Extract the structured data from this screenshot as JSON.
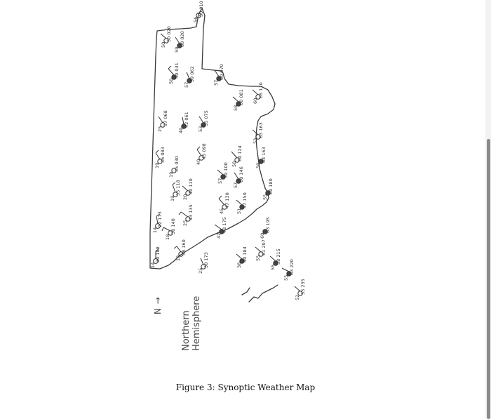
{
  "figure": {
    "caption": "Figure 3: Synoptic Weather Map",
    "compass_label": "N →",
    "hemisphere_line1": "Northern",
    "hemisphere_line2": "Hemisphere"
  },
  "stations": [
    {
      "label": "30 188",
      "sub": "14"
    },
    {
      "label": "22 173",
      "sub": "14"
    },
    {
      "label": "30 140",
      "sub": "18"
    },
    {
      "label": "38 160",
      "sub": "18"
    },
    {
      "label": "35 118",
      "sub": "19"
    },
    {
      "label": "43 135",
      "sub": "25"
    },
    {
      "label": "30 173",
      "sub": "25"
    },
    {
      "label": "36 083",
      "sub": "19"
    },
    {
      "label": "35 030",
      "sub": "19"
    },
    {
      "label": "37 068",
      "sub": "25"
    },
    {
      "label": "42 061",
      "sub": "40"
    },
    {
      "label": "40 110",
      "sub": "20"
    },
    {
      "label": "45 098",
      "sub": "40"
    },
    {
      "label": "47 130",
      "sub": "45"
    },
    {
      "label": "35 075",
      "sub": "53"
    },
    {
      "label": "50 031",
      "sub": "50"
    },
    {
      "label": "59 062",
      "sub": "57"
    },
    {
      "label": "50 020",
      "sub": "50"
    },
    {
      "label": "60 020",
      "sub": "59"
    },
    {
      "label": "50 010",
      "sub": "56"
    },
    {
      "label": "60 070",
      "sub": "57"
    },
    {
      "label": "63 163",
      "sub": "53"
    },
    {
      "label": "60 081",
      "sub": "58"
    },
    {
      "label": "59 100",
      "sub": "57"
    },
    {
      "label": "60 124",
      "sub": "58"
    },
    {
      "label": "60 146",
      "sub": "57"
    },
    {
      "label": "57 150",
      "sub": "51"
    },
    {
      "label": "43 175",
      "sub": "42"
    },
    {
      "label": "40 184",
      "sub": "38"
    },
    {
      "label": "60 180",
      "sub": "55"
    },
    {
      "label": "63 195",
      "sub": "60"
    },
    {
      "label": "61 207",
      "sub": "55"
    },
    {
      "label": "58 215",
      "sub": "55"
    },
    {
      "label": "64 163",
      "sub": "50"
    },
    {
      "label": "65 110",
      "sub": "60"
    },
    {
      "label": "63 220",
      "sub": "55"
    },
    {
      "label": "53 235",
      "sub": "52"
    }
  ]
}
